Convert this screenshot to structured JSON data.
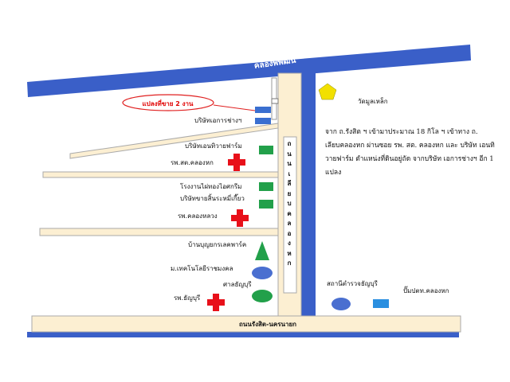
{
  "map": {
    "canal_label": "คลองพีพัฒน์",
    "sale_plot_label": "แปลงที่ขาย 2 งาน",
    "soi_vertical_label": [
      "ถ",
      "น",
      "น",
      "เ",
      "ลี",
      "ย",
      "บ",
      "ค",
      "ล",
      "อ",
      "ง",
      "ห",
      "ก"
    ],
    "main_road_label": "ถนนรังสิต-นครนายก",
    "description": "จาก ถ.รังสิต ฯ เข้ามาประมาณ 18 กิโล ฯ เข้าทาง ถ. เลียบคลองหก ผ่านซอย รพ. สต. คลองหก และ บริษัท เอนทิวายฟาร์ม ตำแหน่งที่ดินอยู่ถัด จากบริษัท เอการช่างฯ อีก 1 แปลง",
    "landmarks": {
      "temple": "วัดมูลเหล็ก",
      "company_ekarn": "บริษัทเอการช่างฯ",
      "company_entivy": "บริษัทเอนทิวายฟาร์ม",
      "hospital_klonghok": "รพ.สต.คลองหก",
      "icecream_factory": "โรงงานไผ่ทองไอศกรีม",
      "noodle_company": "บริษัทขายสิ้นระหมี่เกี๊ยว",
      "hospital_klongluang": "รพ.คลองหลวง",
      "estate": "บ้านบุญยกรเลคพาร์ค",
      "university": "ม.เทคโนโลยีราชมงคล",
      "court": "ศาลธัญบุรี",
      "hospital_thanyaburi": "รพ.ธัญบุรี",
      "police_station": "สถานีตำรวจธัญบุรี",
      "gas_station": "ปั๊มปตท.คลองหก"
    },
    "colors": {
      "water": "#3a5fc8",
      "road_fill": "#fcefd2",
      "road_stroke": "#aaaaaa",
      "hospital": "#e8101a",
      "company_green": "#22a04a",
      "company_blue": "#3a6fd0",
      "temple": "#f2e000",
      "university": "#4a6fd0",
      "court": "#22a04a",
      "gas_station": "#2a8fe0",
      "sale_oval": "#e02020"
    }
  }
}
